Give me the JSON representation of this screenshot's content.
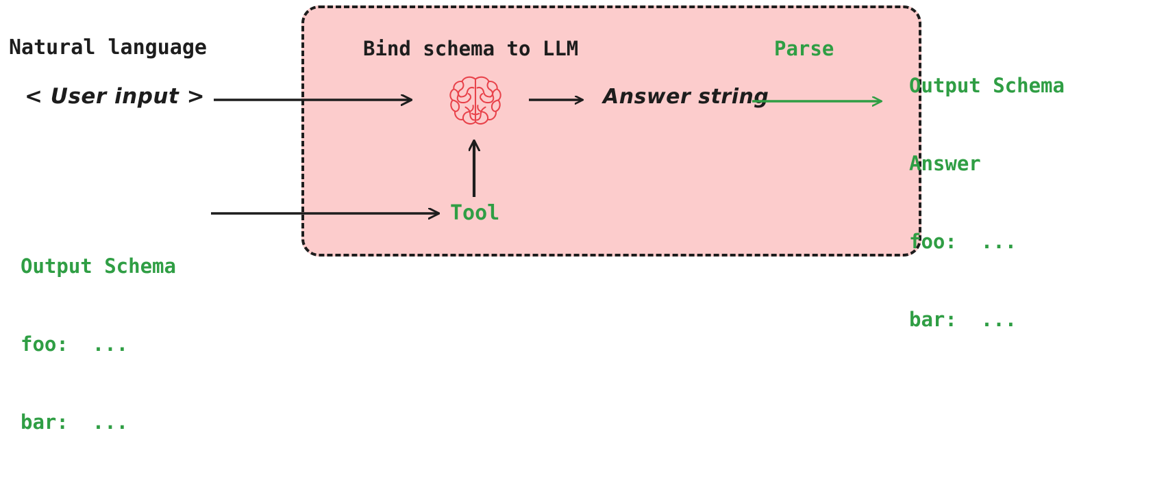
{
  "diagram": {
    "type": "flow-diagram",
    "background_color": "#ffffff",
    "title_absent": true
  },
  "colors": {
    "green": "#2f9e44",
    "black": "#1d1d1d",
    "pink_fill": "#fccccc",
    "brain_red": "#e8424a"
  },
  "left_input": {
    "heading": "Natural language",
    "user_input": "< User input >"
  },
  "left_schema": {
    "lines": [
      "Output Schema",
      "foo:  ...",
      "bar:  ..."
    ],
    "title": "Output Schema",
    "field_foo": "foo:  ...",
    "field_bar": "bar:  ..."
  },
  "llm_box": {
    "heading": "Bind schema to LLM",
    "parse_label": "Parse",
    "tool_label": "Tool",
    "answer_string_label": "Answer string",
    "brain_icon": "brain-icon"
  },
  "right_output": {
    "lines": [
      "Output Schema",
      "Answer",
      "foo:  ...",
      "bar:  ..."
    ],
    "title": "Output Schema",
    "field_answer": "Answer",
    "field_foo": "foo:  ...",
    "field_bar": "bar:  ..."
  },
  "arrows": [
    {
      "name": "input-to-llm-arrow",
      "color": "#1d1d1d",
      "direction": "right"
    },
    {
      "name": "schema-to-tool-arrow",
      "color": "#1d1d1d",
      "direction": "right"
    },
    {
      "name": "tool-to-brain-arrow",
      "color": "#1d1d1d",
      "direction": "up"
    },
    {
      "name": "brain-to-answer-arrow",
      "color": "#1d1d1d",
      "direction": "right"
    },
    {
      "name": "parse-to-output-arrow",
      "color": "#2f9e44",
      "direction": "right"
    }
  ]
}
